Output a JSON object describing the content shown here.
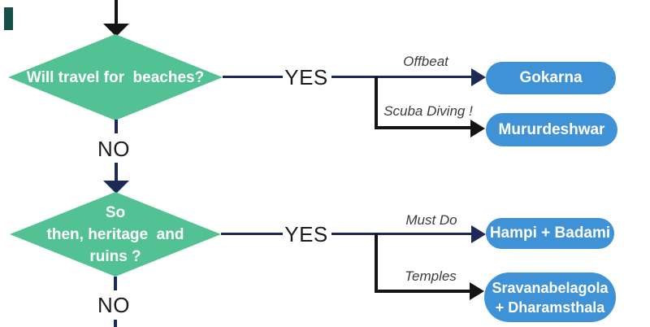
{
  "flowchart": {
    "colors": {
      "diamond_green": "#52C294",
      "result_blue": "#3E92D5",
      "line_navy": "#1E2A56",
      "line_black": "#141414",
      "label_gray": "#3B3B3B"
    },
    "decision1": {
      "question": "Will travel for  beaches?",
      "yes_label": "YES",
      "no_label": "NO",
      "branches": [
        {
          "label": "Offbeat",
          "destination": "Gokarna"
        },
        {
          "label": "Scuba Diving !",
          "destination": "Mururdeshwar"
        }
      ]
    },
    "decision2": {
      "question": "So\nthen, heritage  and\nruins ?",
      "yes_label": "YES",
      "no_label": "NO",
      "branches": [
        {
          "label": "Must Do",
          "destination": "Hampi + Badami"
        },
        {
          "label": "Temples",
          "destination": "Sravanabelagola + Dharamsthala"
        }
      ]
    }
  }
}
